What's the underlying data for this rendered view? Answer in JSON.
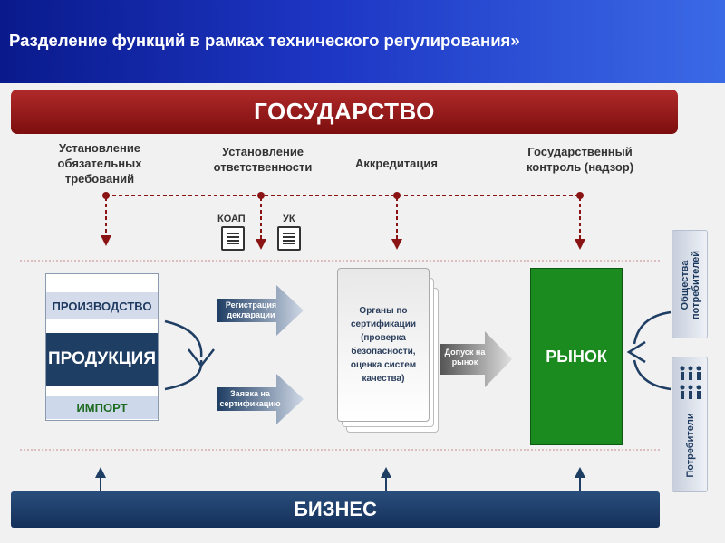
{
  "header": {
    "title": "Разделение функций в рамках технического регулирования»"
  },
  "state": {
    "label": "ГОСУДАРСТВО"
  },
  "state_functions": {
    "mandatory_requirements": [
      "Установление",
      "обязательных",
      "требований"
    ],
    "responsibility": [
      "Установление",
      "ответственности"
    ],
    "accreditation": [
      "Аккредитация"
    ],
    "state_control": [
      "Государственный",
      "контроль (надзор)"
    ]
  },
  "documents": {
    "koap": "КОАП",
    "uk": "УК"
  },
  "production": {
    "manufacturing": "ПРОИЗВОДСТВО",
    "products": "ПРОДУКЦИЯ",
    "import": "ИМПОРТ"
  },
  "flows": {
    "declaration": [
      "Регистрация",
      "декларации"
    ],
    "application": [
      "Заявка на",
      "сертификацию"
    ],
    "market_access": [
      "Допуск на",
      "рынок"
    ]
  },
  "certification_bodies": [
    "Органы по",
    "сертификации",
    "(проверка",
    "безопасности,",
    "оценка систем",
    "качества)"
  ],
  "market": {
    "label": "РЫНОК"
  },
  "consumers": {
    "societies": [
      "Общества",
      "потребителей"
    ],
    "consumers": "Потребители"
  },
  "business": {
    "label": "БИЗНЕС"
  },
  "colors": {
    "state": "#9a1c1c",
    "business": "#1f3e64",
    "market": "#1b8b1f",
    "header": "#1d36c4"
  }
}
